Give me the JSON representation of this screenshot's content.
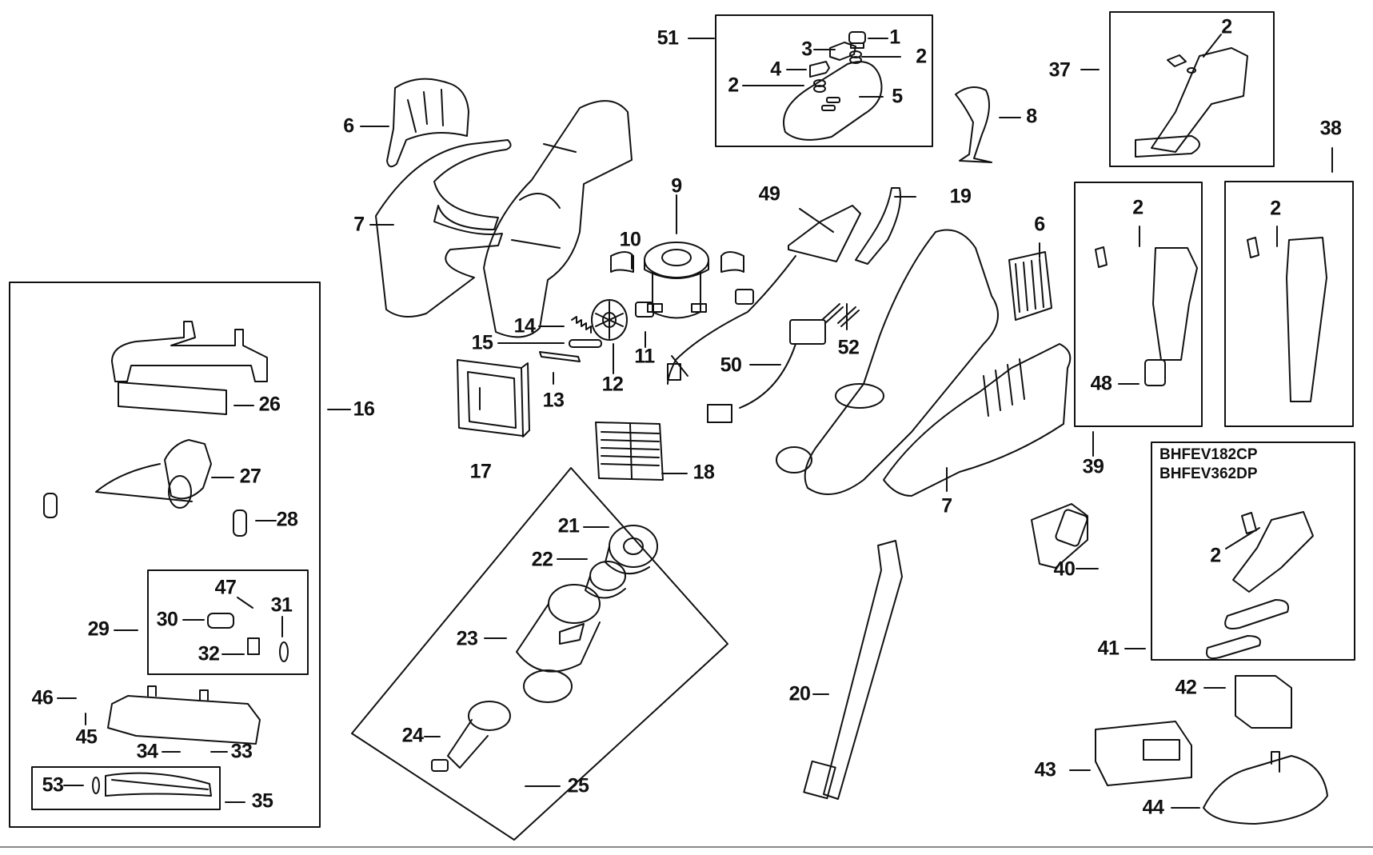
{
  "diagram": {
    "type": "exploded-parts-diagram",
    "subject": "cordless stick vacuum",
    "model_labels": [
      "BHFEV182CP",
      "BHFEV362DP"
    ],
    "callouts": [
      {
        "id": "c51",
        "text": "51"
      },
      {
        "id": "c1",
        "text": "1"
      },
      {
        "id": "c3",
        "text": "3"
      },
      {
        "id": "c2a",
        "text": "2"
      },
      {
        "id": "c4",
        "text": "4"
      },
      {
        "id": "c2b",
        "text": "2"
      },
      {
        "id": "c5",
        "text": "5"
      },
      {
        "id": "c6a",
        "text": "6"
      },
      {
        "id": "c7a",
        "text": "7"
      },
      {
        "id": "c8",
        "text": "8"
      },
      {
        "id": "c9",
        "text": "9"
      },
      {
        "id": "c10",
        "text": "10"
      },
      {
        "id": "c11",
        "text": "11"
      },
      {
        "id": "c12",
        "text": "12"
      },
      {
        "id": "c13",
        "text": "13"
      },
      {
        "id": "c14",
        "text": "14"
      },
      {
        "id": "c15",
        "text": "15"
      },
      {
        "id": "c16",
        "text": "16"
      },
      {
        "id": "c17",
        "text": "17"
      },
      {
        "id": "c18",
        "text": "18"
      },
      {
        "id": "c19",
        "text": "19"
      },
      {
        "id": "c20",
        "text": "20"
      },
      {
        "id": "c21",
        "text": "21"
      },
      {
        "id": "c22",
        "text": "22"
      },
      {
        "id": "c23",
        "text": "23"
      },
      {
        "id": "c24",
        "text": "24"
      },
      {
        "id": "c25",
        "text": "25"
      },
      {
        "id": "c26",
        "text": "26"
      },
      {
        "id": "c27",
        "text": "27"
      },
      {
        "id": "c28",
        "text": "28"
      },
      {
        "id": "c29",
        "text": "29"
      },
      {
        "id": "c30",
        "text": "30"
      },
      {
        "id": "c31",
        "text": "31"
      },
      {
        "id": "c32",
        "text": "32"
      },
      {
        "id": "c33",
        "text": "33"
      },
      {
        "id": "c34",
        "text": "34"
      },
      {
        "id": "c35",
        "text": "35"
      },
      {
        "id": "c37",
        "text": "37"
      },
      {
        "id": "c2c",
        "text": "2"
      },
      {
        "id": "c38",
        "text": "38"
      },
      {
        "id": "c39",
        "text": "39"
      },
      {
        "id": "c2d",
        "text": "2"
      },
      {
        "id": "c2e",
        "text": "2"
      },
      {
        "id": "c40",
        "text": "40"
      },
      {
        "id": "c41",
        "text": "41"
      },
      {
        "id": "c2f",
        "text": "2"
      },
      {
        "id": "c42",
        "text": "42"
      },
      {
        "id": "c43",
        "text": "43"
      },
      {
        "id": "c44",
        "text": "44"
      },
      {
        "id": "c45",
        "text": "45"
      },
      {
        "id": "c46",
        "text": "46"
      },
      {
        "id": "c47",
        "text": "47"
      },
      {
        "id": "c48",
        "text": "48"
      },
      {
        "id": "c49",
        "text": "49"
      },
      {
        "id": "c50",
        "text": "50"
      },
      {
        "id": "c52",
        "text": "52"
      },
      {
        "id": "c53",
        "text": "53"
      },
      {
        "id": "c6b",
        "text": "6"
      },
      {
        "id": "c7b",
        "text": "7"
      }
    ]
  }
}
